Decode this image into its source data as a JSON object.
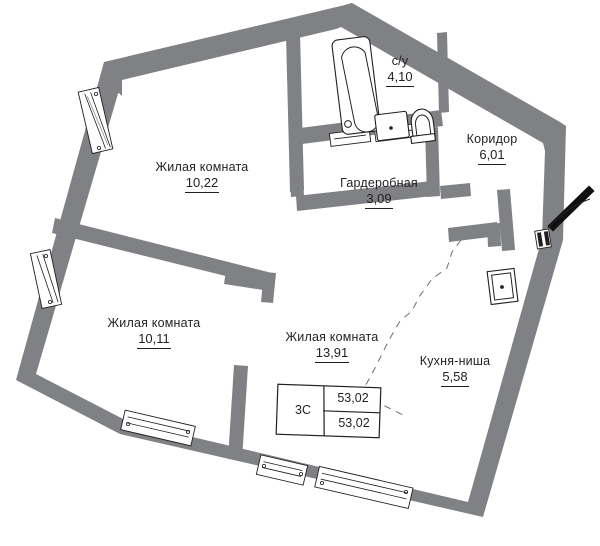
{
  "plan": {
    "type": "apartment-floor-plan",
    "wall_color": "#808184",
    "outline_color": "#231f20",
    "background": "#ffffff",
    "rotation_note": "plan drawn slightly rotated counter-clockwise"
  },
  "rooms": [
    {
      "id": "living-room-1",
      "name": "Жилая комната",
      "area": "10,22"
    },
    {
      "id": "living-room-2",
      "name": "Жилая комната",
      "area": "10,11"
    },
    {
      "id": "living-room-3",
      "name": "Жилая комната",
      "area": "13,91"
    },
    {
      "id": "bathroom",
      "name": "с/у",
      "area": "4,10"
    },
    {
      "id": "wardrobe",
      "name": "Гардеробная",
      "area": "3,09"
    },
    {
      "id": "corridor",
      "name": "Коридор",
      "area": "6,01"
    },
    {
      "id": "kitchen-niche",
      "name": "Кухня-ниша",
      "area": "5,58"
    }
  ],
  "summary_table": {
    "type_label": "3С",
    "total_area": "53,02",
    "living_area": "53,02"
  },
  "fixtures": [
    {
      "name": "bathtub-fixture"
    },
    {
      "name": "sink-fixture"
    },
    {
      "name": "toilet-fixture"
    },
    {
      "name": "electrical-panel-fixture"
    }
  ],
  "openings": {
    "entry_door": "entry-door",
    "windows_count": 6
  }
}
